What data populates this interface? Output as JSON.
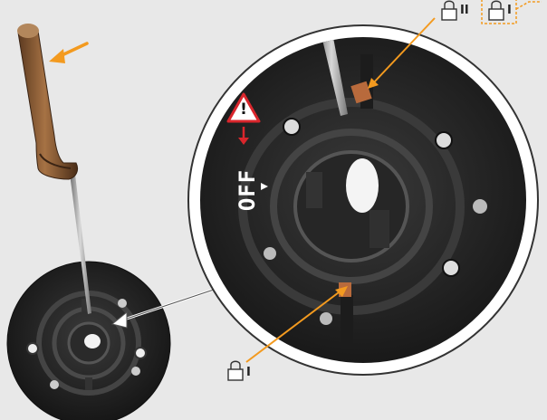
{
  "labels": {
    "off": "OFF",
    "warning": "!",
    "lock_bottom_suffix": "I",
    "lock_top_left_suffix": "II",
    "lock_top_right_suffix": "I"
  },
  "colors": {
    "background": "#e8e8e8",
    "accent_arrow": "#f39a1f",
    "warning_red": "#d9262c",
    "housing_dark": "#222222",
    "copper_tab": "#b86a3c",
    "screwdriver_handle": "#8a5a35"
  },
  "icons": [
    "padlock-icon",
    "warning-triangle-icon",
    "arrow-down-icon",
    "screwdriver-illustration"
  ]
}
